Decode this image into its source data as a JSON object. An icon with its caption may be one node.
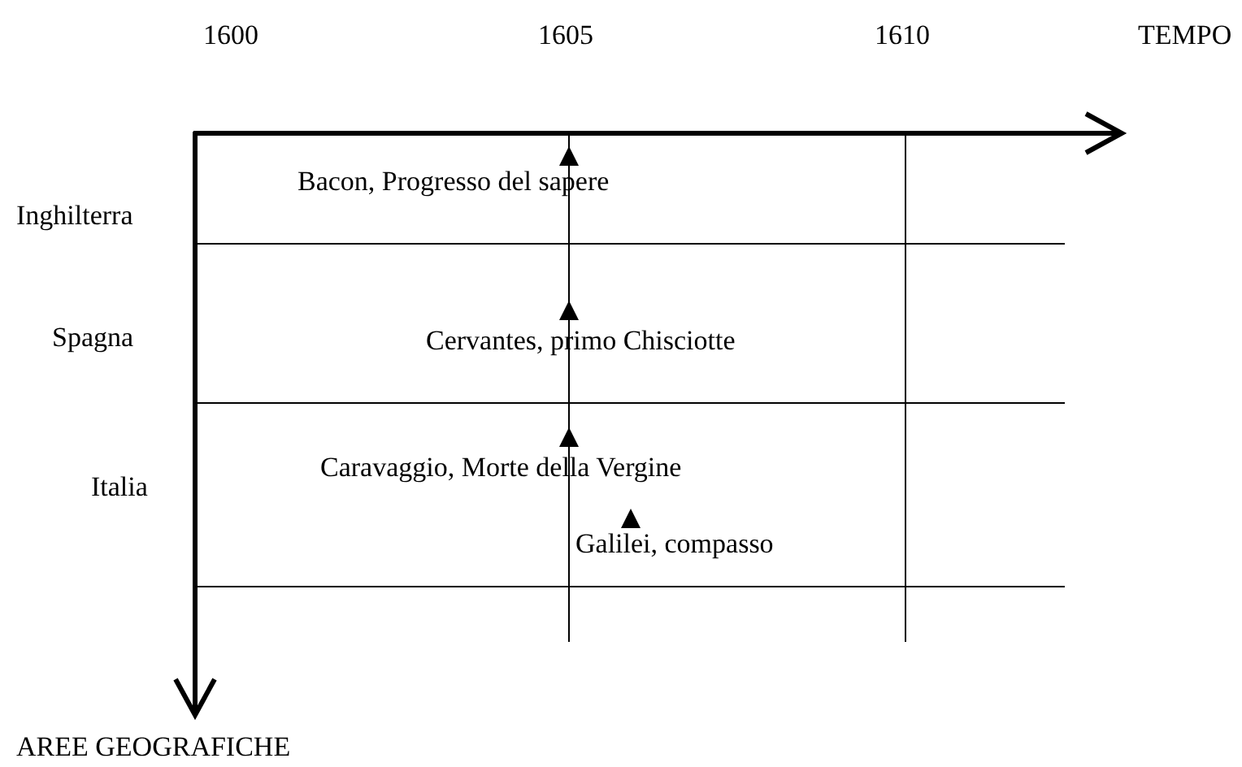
{
  "diagram": {
    "labels": [
      "1600",
      "1605",
      "1610",
      "TEMPO",
      "Inghilterra",
      "Bacon, Progresso del sapere",
      "Spagna",
      "Cervantes, primo Chisciotte",
      "Italia",
      "Caravaggio, Morte della Vergine",
      "Galilei, compasso",
      "AREE GEOGRAFICHE"
    ]
  }
}
